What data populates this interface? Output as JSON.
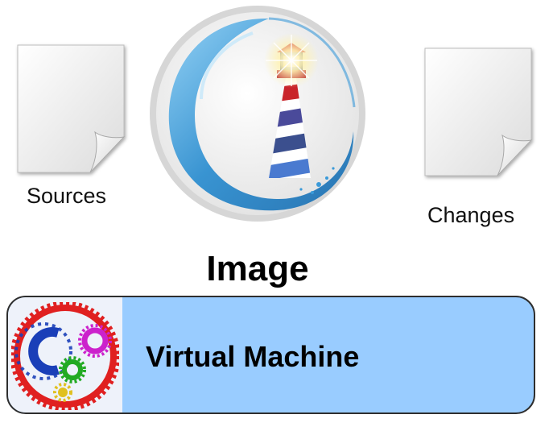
{
  "diagram": {
    "sources_label": "Sources",
    "changes_label": "Changes",
    "image_label": "Image",
    "vm_label": "Virtual Machine"
  },
  "colors": {
    "vm_bar_fill": "#99ccff",
    "logo_ring_blue": "#3a9ad9",
    "lighthouse_red": "#c9242a",
    "lighthouse_navy": "#2b3f7a",
    "gear_red": "#e02020",
    "gear_blue": "#1a3fb8",
    "gear_magenta": "#cc22cc",
    "gear_green": "#22aa22",
    "gear_yellow": "#e0c020"
  },
  "icons": {
    "sources": "document-icon",
    "changes": "document-icon",
    "image": "lighthouse-logo",
    "vm": "gears-logo"
  }
}
